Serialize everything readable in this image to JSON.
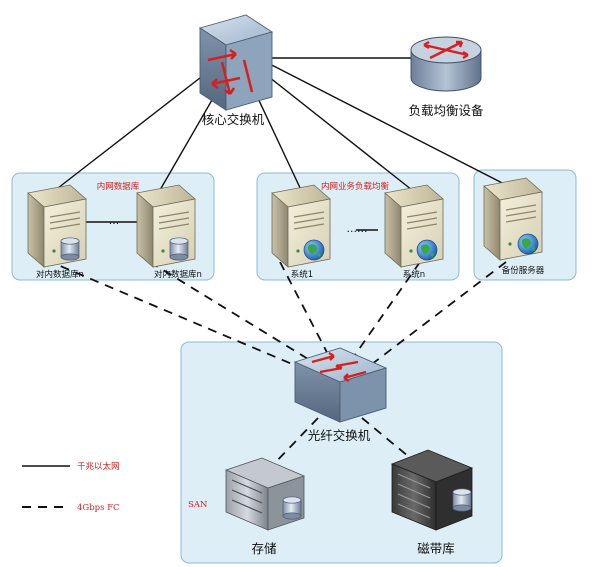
{
  "nodes": {
    "core_switch": "核心交换机",
    "load_balancer": "负载均衡设备",
    "db_group_title": "内网数据库",
    "db_server_1": "对内数据库n",
    "db_server_2": "对内数据库n",
    "db_ellipsis": "...",
    "app_group_title": "内网业务负载均衡",
    "app_server_1": "系统1",
    "app_ellipsis": "......",
    "app_server_2": "系统n",
    "backup_server": "备份服务器",
    "fiber_switch": "光纤交换机",
    "san_label": "SAN",
    "storage": "存储",
    "tape_library": "磁带库"
  },
  "legend": {
    "ethernet": "千兆以太网",
    "fc": "4Gbps FC"
  },
  "colors": {
    "group_fill": "#ddeef7",
    "group_border": "#8cbbd6",
    "annotation_red": "#d42020",
    "switch_face": "#9fb4cc",
    "arrow_red": "#d42020"
  }
}
